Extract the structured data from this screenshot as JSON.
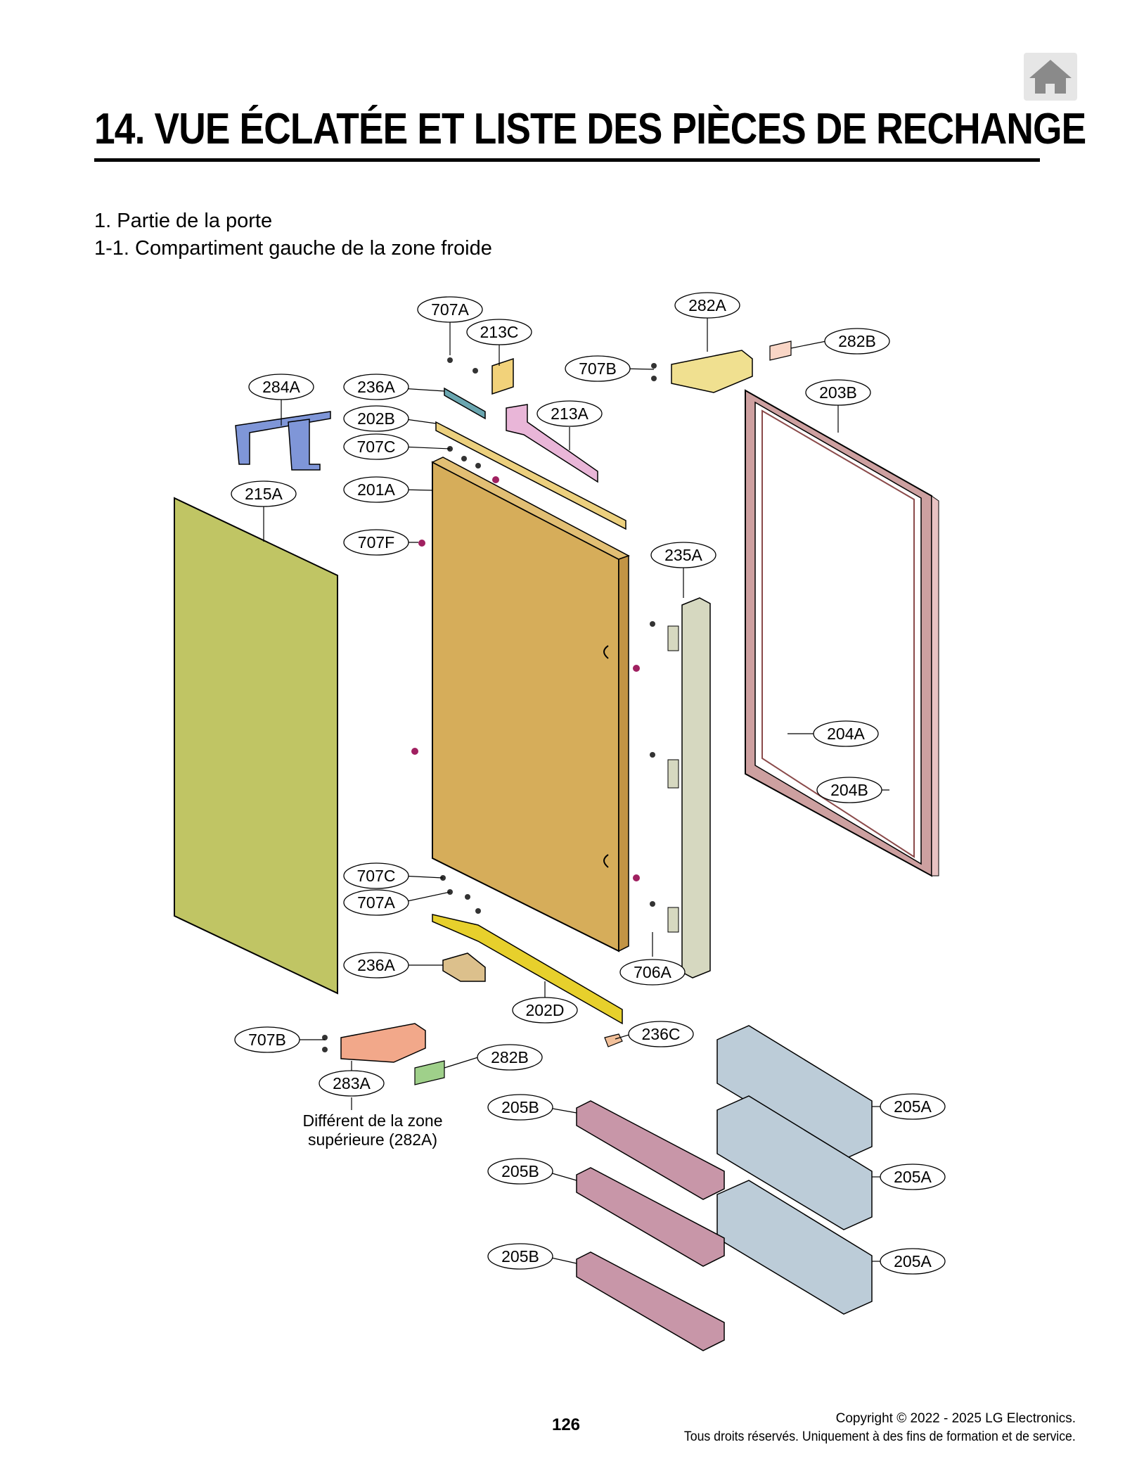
{
  "header": {
    "title": "14. VUE ÉCLATÉE ET LISTE DES PIÈCES DE RECHANGE",
    "home_icon": "home-icon"
  },
  "section": {
    "heading": "1. Partie de la porte",
    "subheading": "1-1. Compartiment gauche de la zone froide"
  },
  "callouts": {
    "c707A_top": "707A",
    "c213C": "213C",
    "c282A": "282A",
    "c282B_top": "282B",
    "c707B_top": "707B",
    "c203B": "203B",
    "c284A": "284A",
    "c236A_top": "236A",
    "c202B": "202B",
    "c213A": "213A",
    "c707C_top": "707C",
    "c215A": "215A",
    "c201A": "201A",
    "c707F": "707F",
    "c235A": "235A",
    "c204A": "204A",
    "c204B": "204B",
    "c707C_bot": "707C",
    "c707A_bot": "707A",
    "c236A_bot": "236A",
    "c706A": "706A",
    "c202D": "202D",
    "c236C": "236C",
    "c707B_bot": "707B",
    "c282B_bot": "282B",
    "c283A": "283A",
    "c205B_1": "205B",
    "c205B_2": "205B",
    "c205B_3": "205B",
    "c205A_1": "205A",
    "c205A_2": "205A",
    "c205A_3": "205A"
  },
  "note": {
    "line1": "Différent de la zone",
    "line2": "supérieure (282A)"
  },
  "footer": {
    "page_number": "126",
    "copyright_line1": "Copyright © 2022 - 2025 LG Electronics.",
    "copyright_line2": "Tous droits réservés. Uniquement à des fins de formation et de service."
  },
  "colors": {
    "panel_215A": "#c0c564",
    "door_201A": "#d6ad5a",
    "gasket_203B": "#d9a8a8",
    "hinge_284A": "#7f96d8",
    "hinge_283A": "#f2a88a",
    "bracket_213A": "#e9b6d8",
    "cap_202D": "#e7d02c",
    "cap_202B": "#ecd07e",
    "bin_205A": "#bcccd8",
    "shelf_205B": "#c896a8",
    "handle_235A": "#d6d8c0",
    "cover_282B_bot": "#9fd08a",
    "cover_282B_top": "#f9d6c6"
  }
}
